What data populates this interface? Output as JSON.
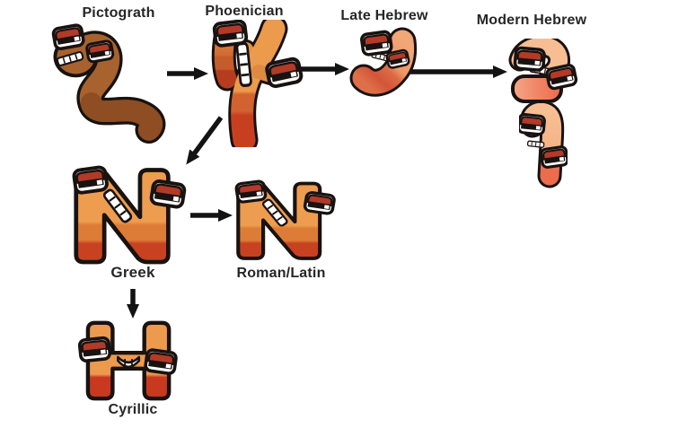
{
  "diagram": {
    "title": "Evolution of the letter N (cartoon alphabet diagram)",
    "nodes": [
      {
        "id": "pictograph",
        "label": "Pictograth"
      },
      {
        "id": "phoenician",
        "label": "Phoenician"
      },
      {
        "id": "late-hebrew",
        "label": "Late Hebrew"
      },
      {
        "id": "modern-hebrew",
        "label": "Modern Hebrew"
      },
      {
        "id": "greek",
        "label": "Greek"
      },
      {
        "id": "roman-latin",
        "label": "Roman/Latin"
      },
      {
        "id": "cyrillic",
        "label": "Cyrillic"
      }
    ],
    "edges": [
      {
        "from": "Pictograth",
        "to": "Phoenician"
      },
      {
        "from": "Phoenician",
        "to": "Late Hebrew"
      },
      {
        "from": "Late Hebrew",
        "to": "Modern Hebrew"
      },
      {
        "from": "Phoenician",
        "to": "Greek"
      },
      {
        "from": "Greek",
        "to": "Roman/Latin"
      },
      {
        "from": "Greek",
        "to": "Cyrillic"
      }
    ],
    "colors": {
      "background": "#ffffff",
      "label_text": "#262626",
      "arrow": "#131313",
      "outline": "#181210",
      "pictograph_brown": "#a7622e",
      "pictograph_brown_dark": "#8e4d22",
      "orange": "#ee9c4f",
      "orange_mid": "#dc7c36",
      "red": "#c84120",
      "salmon": "#f2a777",
      "peach": "#f7be93",
      "coral": "#ec6c4c",
      "eyelid_red": "#b23a27"
    }
  }
}
